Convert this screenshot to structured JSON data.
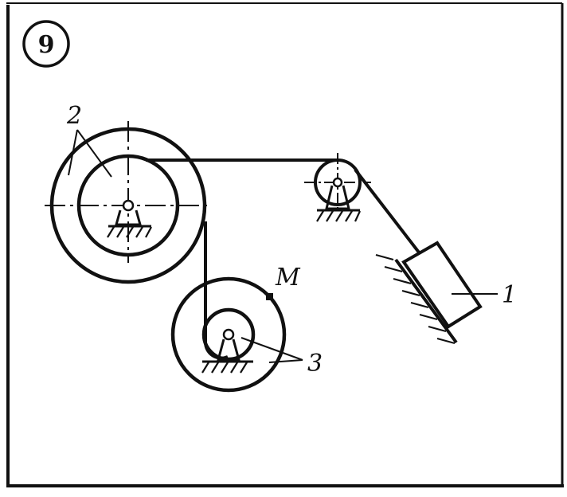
{
  "figure": {
    "number": "9",
    "labels": {
      "body1": "1",
      "body2": "2",
      "body3": "3",
      "point": "M"
    },
    "colors": {
      "ink": "#111111",
      "paper": "#ffffff"
    }
  }
}
